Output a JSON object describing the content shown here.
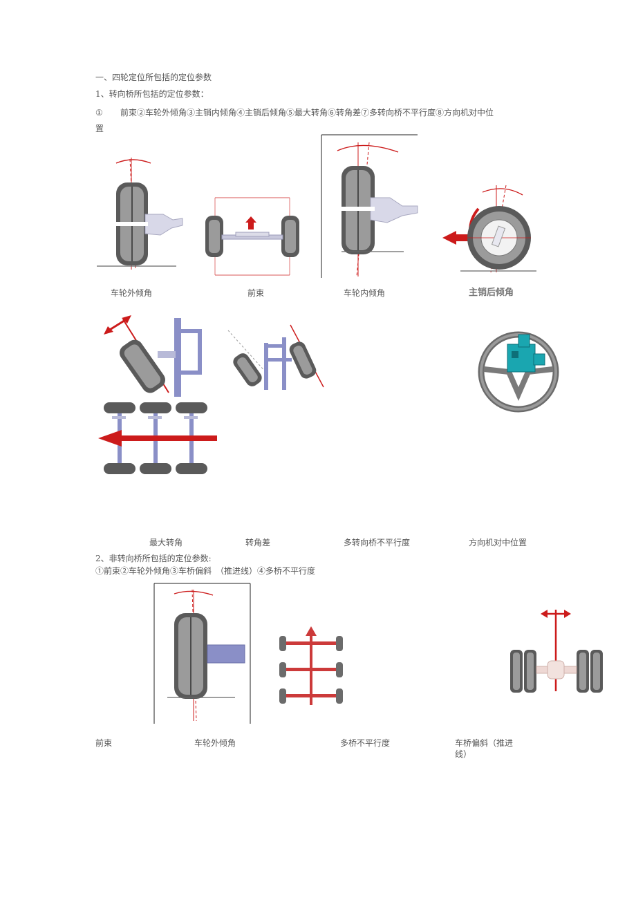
{
  "heading": "一、四轮定位所包括的定位参数",
  "section1": {
    "title": "1、转向桥所包括的定位参数：",
    "list_marker": "①",
    "list_text": "前束②车轮外倾角③主销内倾角④主销后倾角⑤最大转角⑥转角差⑦多转向桥不平行度⑧方向机对中位",
    "list_wrap": "置",
    "captions_row1": [
      "车轮外倾角",
      "前束",
      "车轮内倾角",
      "主销后倾角"
    ],
    "captions_row2": [
      "最大转角",
      "转角差",
      "多转向桥不平行度",
      "方向机对中位置"
    ]
  },
  "section2": {
    "title": "2、非转向桥所包括的定位参数:",
    "list_text": "①前束②车轮外倾角③车桥偏斜　（推进线）④多桥不平行度",
    "captions": [
      "前束",
      "车轮外倾角",
      "多桥不平行度",
      "车桥偏斜（推进",
      "线）"
    ]
  },
  "colors": {
    "accent_red": "#cc1b1b",
    "axle_blue": "#8a8fc7",
    "tire_grey": "#6b6b6b",
    "teal": "#1aa6b0"
  }
}
